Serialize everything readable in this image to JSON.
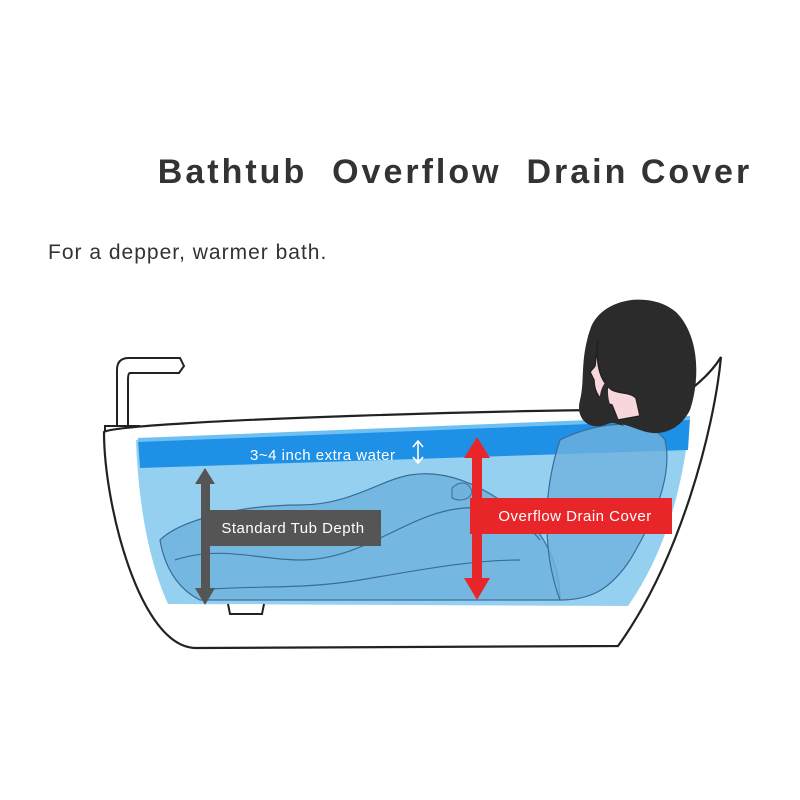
{
  "title": "Bathtub  Overflow  Drain Cover",
  "subtitle": "For a depper, warmer bath.",
  "annotations": {
    "extra_water": "3~4 inch extra water",
    "standard_depth": "Standard Tub Depth",
    "overflow_cover": "Overflow Drain Cover"
  },
  "colors": {
    "text": "#333333",
    "water_light": "#8fcdf0",
    "water_deep": "#1e90e6",
    "overflow_red": "#e8262a",
    "standard_gray": "#555555",
    "skin": "#f7d6dc",
    "hair": "#2b2b2b"
  }
}
